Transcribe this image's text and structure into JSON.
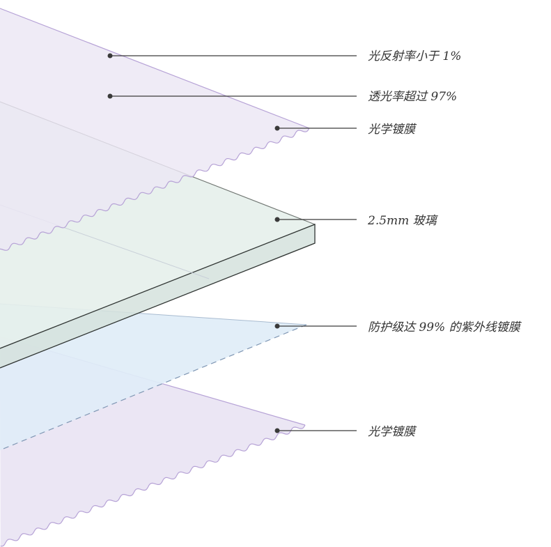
{
  "layers": [
    {
      "id": "top-optical-coating",
      "label": "光学镀膜"
    },
    {
      "id": "glass",
      "label": "2.5mm 玻璃"
    },
    {
      "id": "uv-coating",
      "label": "防护级达 99% 的紫外线镀膜"
    },
    {
      "id": "bottom-optical-coating",
      "label": "光学镀膜"
    }
  ],
  "callouts": {
    "reflectance": "光反射率小于 1%",
    "transmittance": "透光率超过 97%",
    "top_coating": "光学镀膜",
    "glass": "2.5mm 玻璃",
    "uv_coating": "防护级达 99% 的紫外线镀膜",
    "bottom_coating": "光学镀膜"
  },
  "colors": {
    "optical_coating_fill": "#ebe6f4",
    "optical_coating_edge": "#b6a2d6",
    "glass_top_fill": "#e6efeb",
    "glass_edge_fill": "#d5e2dd",
    "glass_outline": "#2f3432",
    "uv_coating_fill": "#e0edf7",
    "uv_coating_edge": "#7f96b3",
    "leader_line": "#3a3a3a",
    "label_text": "#333333"
  }
}
